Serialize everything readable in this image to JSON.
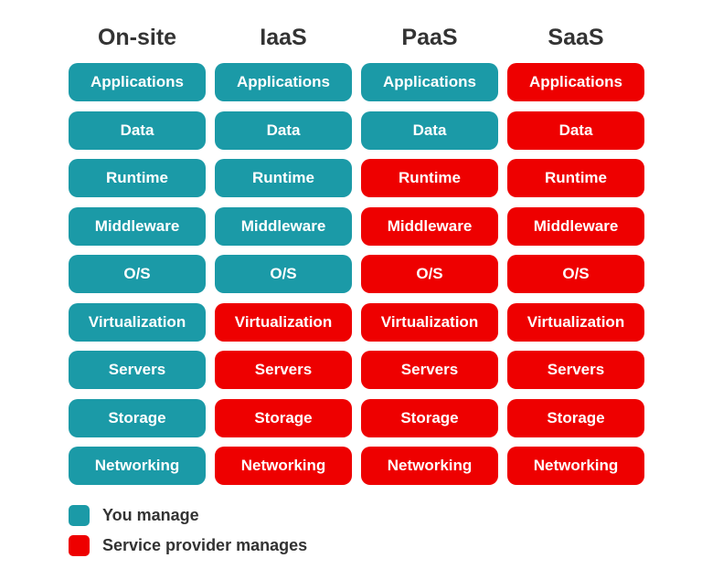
{
  "colors": {
    "you_manage": "#1b9aa7",
    "provider_manages": "#ee0000"
  },
  "columns": [
    {
      "title": "On-site",
      "cells": [
        {
          "label": "Applications",
          "managed_by": "you"
        },
        {
          "label": "Data",
          "managed_by": "you"
        },
        {
          "label": "Runtime",
          "managed_by": "you"
        },
        {
          "label": "Middleware",
          "managed_by": "you"
        },
        {
          "label": "O/S",
          "managed_by": "you"
        },
        {
          "label": "Virtualization",
          "managed_by": "you"
        },
        {
          "label": "Servers",
          "managed_by": "you"
        },
        {
          "label": "Storage",
          "managed_by": "you"
        },
        {
          "label": "Networking",
          "managed_by": "you"
        }
      ]
    },
    {
      "title": "IaaS",
      "cells": [
        {
          "label": "Applications",
          "managed_by": "you"
        },
        {
          "label": "Data",
          "managed_by": "you"
        },
        {
          "label": "Runtime",
          "managed_by": "you"
        },
        {
          "label": "Middleware",
          "managed_by": "you"
        },
        {
          "label": "O/S",
          "managed_by": "you"
        },
        {
          "label": "Virtualization",
          "managed_by": "provider"
        },
        {
          "label": "Servers",
          "managed_by": "provider"
        },
        {
          "label": "Storage",
          "managed_by": "provider"
        },
        {
          "label": "Networking",
          "managed_by": "provider"
        }
      ]
    },
    {
      "title": "PaaS",
      "cells": [
        {
          "label": "Applications",
          "managed_by": "you"
        },
        {
          "label": "Data",
          "managed_by": "you"
        },
        {
          "label": "Runtime",
          "managed_by": "provider"
        },
        {
          "label": "Middleware",
          "managed_by": "provider"
        },
        {
          "label": "O/S",
          "managed_by": "provider"
        },
        {
          "label": "Virtualization",
          "managed_by": "provider"
        },
        {
          "label": "Servers",
          "managed_by": "provider"
        },
        {
          "label": "Storage",
          "managed_by": "provider"
        },
        {
          "label": "Networking",
          "managed_by": "provider"
        }
      ]
    },
    {
      "title": "SaaS",
      "cells": [
        {
          "label": "Applications",
          "managed_by": "provider"
        },
        {
          "label": "Data",
          "managed_by": "provider"
        },
        {
          "label": "Runtime",
          "managed_by": "provider"
        },
        {
          "label": "Middleware",
          "managed_by": "provider"
        },
        {
          "label": "O/S",
          "managed_by": "provider"
        },
        {
          "label": "Virtualization",
          "managed_by": "provider"
        },
        {
          "label": "Servers",
          "managed_by": "provider"
        },
        {
          "label": "Storage",
          "managed_by": "provider"
        },
        {
          "label": "Networking",
          "managed_by": "provider"
        }
      ]
    }
  ],
  "legend": {
    "you_label": "You manage",
    "provider_label": "Service provider manages"
  }
}
